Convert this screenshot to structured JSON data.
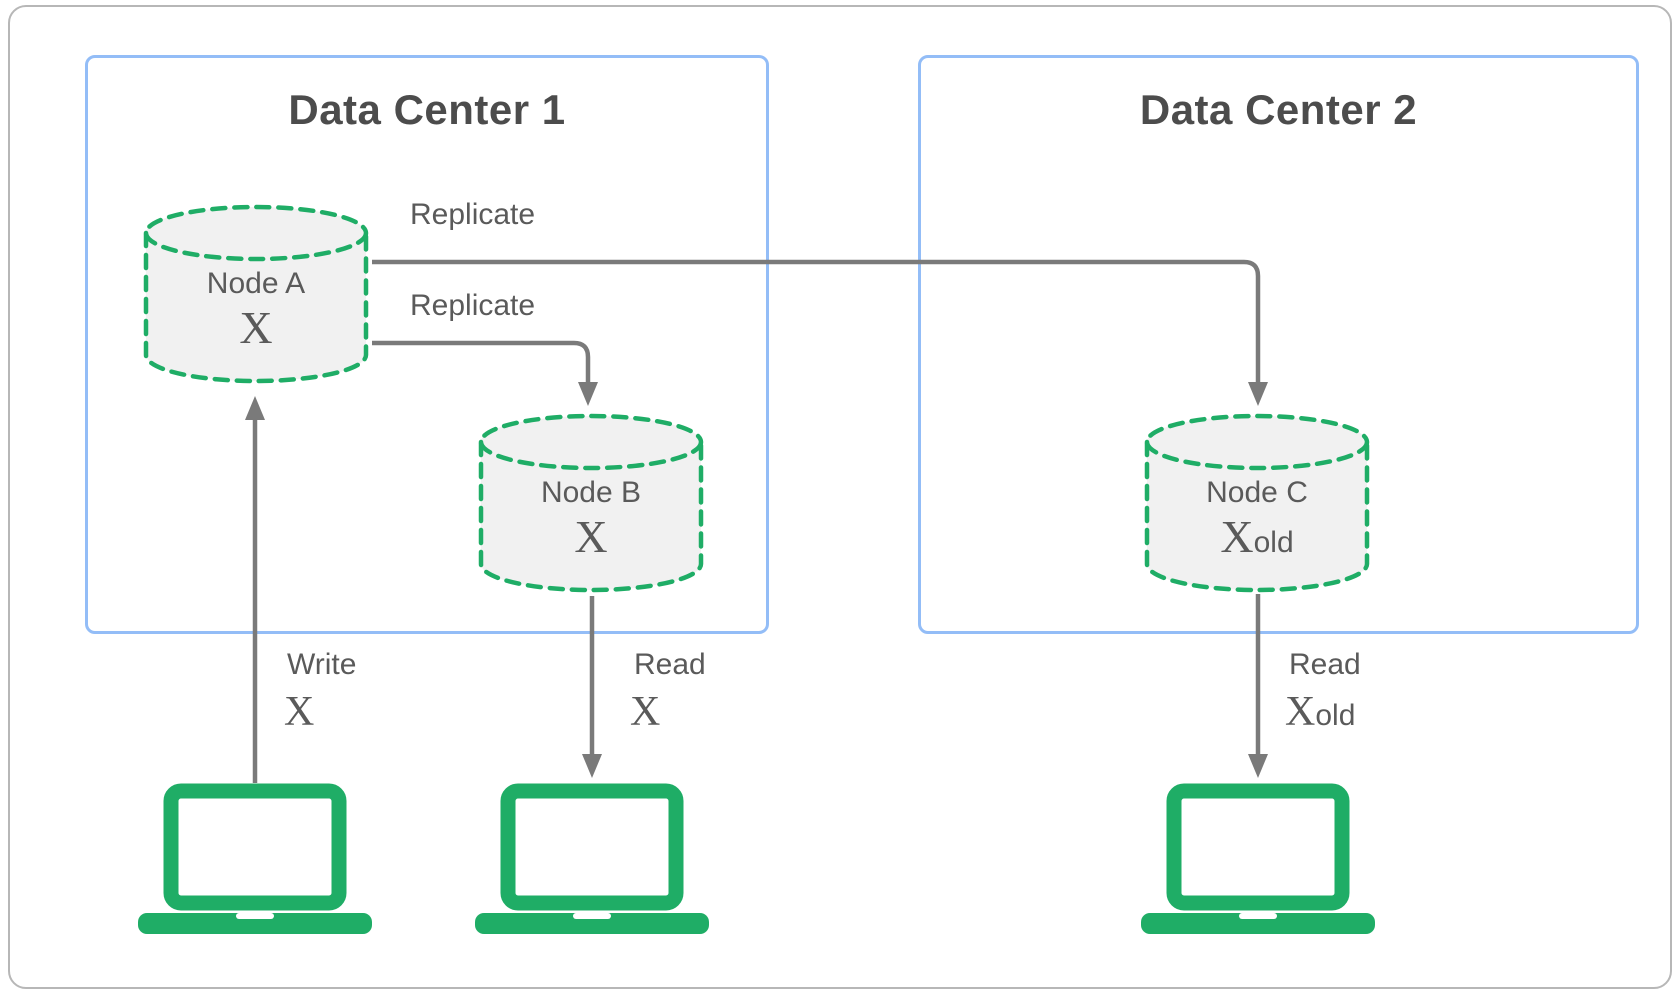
{
  "colors": {
    "green": "#1fad66",
    "blue": "#93bdf7",
    "arrow": "#7a7a7a",
    "text": "#5a5a5a",
    "title": "#4c4c4c",
    "cyl": "#f1f1f1",
    "frame": "#b7b7b7"
  },
  "containers": {
    "dc1": {
      "title": "Data Center 1"
    },
    "dc2": {
      "title": "Data Center 2"
    }
  },
  "nodes": {
    "a": {
      "name": "Node A",
      "value": "X",
      "suffix": ""
    },
    "b": {
      "name": "Node B",
      "value": "X",
      "suffix": ""
    },
    "c": {
      "name": "Node C",
      "value": "X",
      "suffix": "old"
    }
  },
  "edges": {
    "replicate_ac": {
      "label": "Replicate"
    },
    "replicate_ab": {
      "label": "Replicate"
    },
    "write_a": {
      "label": "Write",
      "value": "X",
      "suffix": ""
    },
    "read_b": {
      "label": "Read",
      "value": "X",
      "suffix": ""
    },
    "read_c": {
      "label": "Read",
      "value": "X",
      "suffix": "old"
    }
  }
}
